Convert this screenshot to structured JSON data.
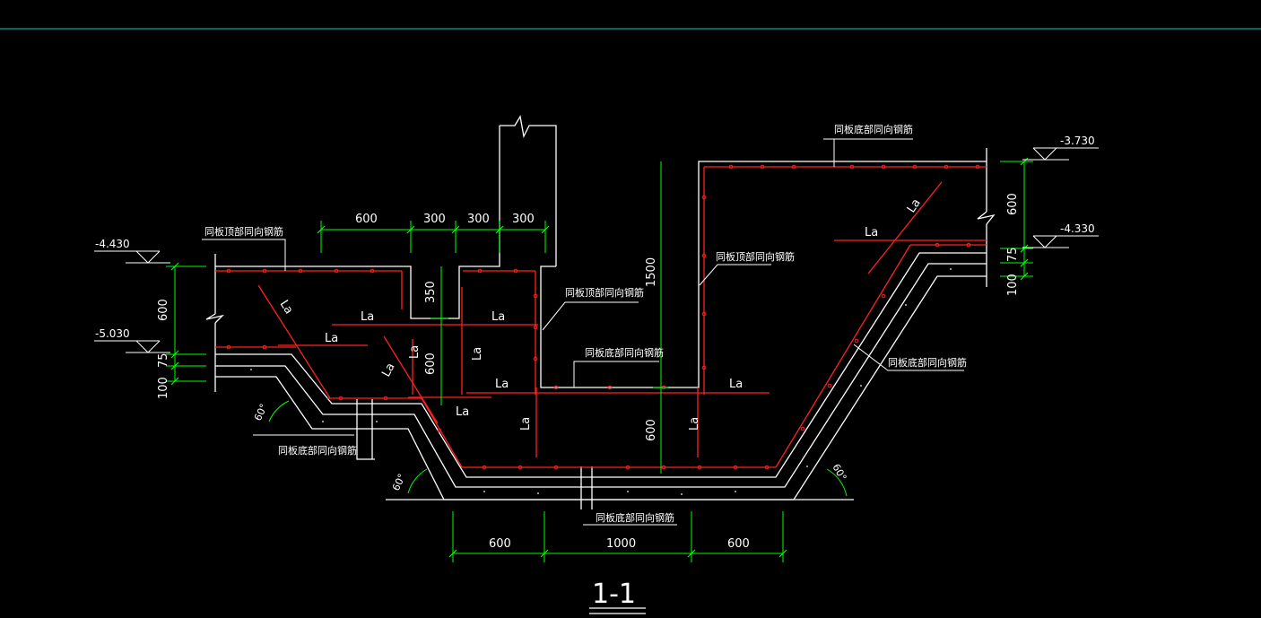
{
  "colors": {
    "background": "#000000",
    "outline": "#ffffff",
    "dimension": "#00ff00",
    "rebar": "#ff2020",
    "topline": "#00cccc"
  },
  "levels": [
    "-4.430",
    "-5.030",
    "-3.730",
    "-4.330"
  ],
  "dims": {
    "top": [
      "600",
      "300",
      "300",
      "300"
    ],
    "bottom": [
      "600",
      "1000",
      "600"
    ],
    "left": [
      "600",
      "75",
      "100"
    ],
    "right": [
      "600",
      "75",
      "100"
    ],
    "inner": [
      "350",
      "600",
      "1500",
      "600"
    ]
  },
  "labels": {
    "top_same_dir": "同板顶部同向钢筋",
    "bottom_same_dir": "同板底部同向钢筋",
    "la": "La",
    "angle": "60°"
  },
  "section_title": "1-1"
}
